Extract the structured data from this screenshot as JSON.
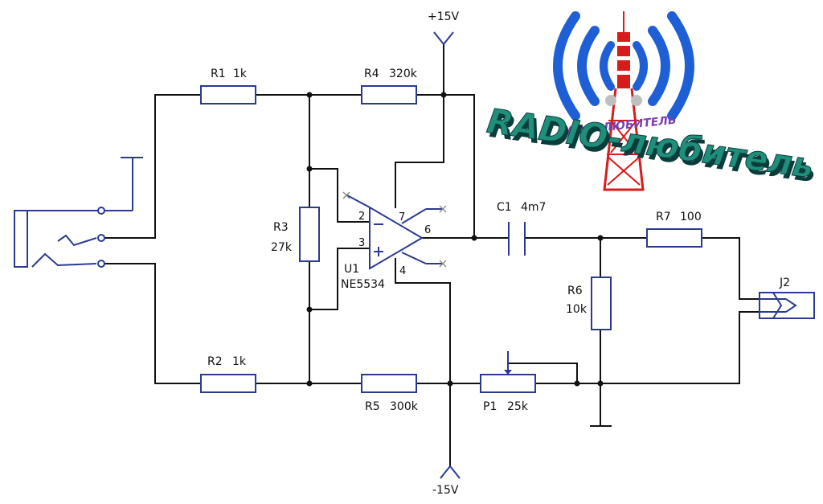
{
  "power": {
    "positive": "+15V",
    "negative": "-15V"
  },
  "components": {
    "r1": {
      "ref": "R1",
      "value": "1k"
    },
    "r2": {
      "ref": "R2",
      "value": "1k"
    },
    "r3": {
      "ref": "R3",
      "value": "27k"
    },
    "r4": {
      "ref": "R4",
      "value": "320k"
    },
    "r5": {
      "ref": "R5",
      "value": "300k"
    },
    "r6": {
      "ref": "R6",
      "value": "10k"
    },
    "r7": {
      "ref": "R7",
      "value": "100"
    },
    "c1": {
      "ref": "C1",
      "value": "4m7"
    },
    "p1": {
      "ref": "P1",
      "value": "25k"
    },
    "u1": {
      "ref": "U1",
      "part": "NE5534"
    },
    "j2": {
      "ref": "J2"
    }
  },
  "opamp_pins": {
    "inv": "2",
    "noninv": "3",
    "vpos": "7",
    "out": "6",
    "vneg": "4"
  },
  "logo": {
    "title": "RADIO-любитель",
    "small": "RADIO-ЛЮБИТЕЛЬ",
    "colors": {
      "waves": "#1f5fd6",
      "tower_red": "#d81b1b",
      "title_fill": "#1e8f7a",
      "title_shadow": "#0b3c3c"
    }
  }
}
